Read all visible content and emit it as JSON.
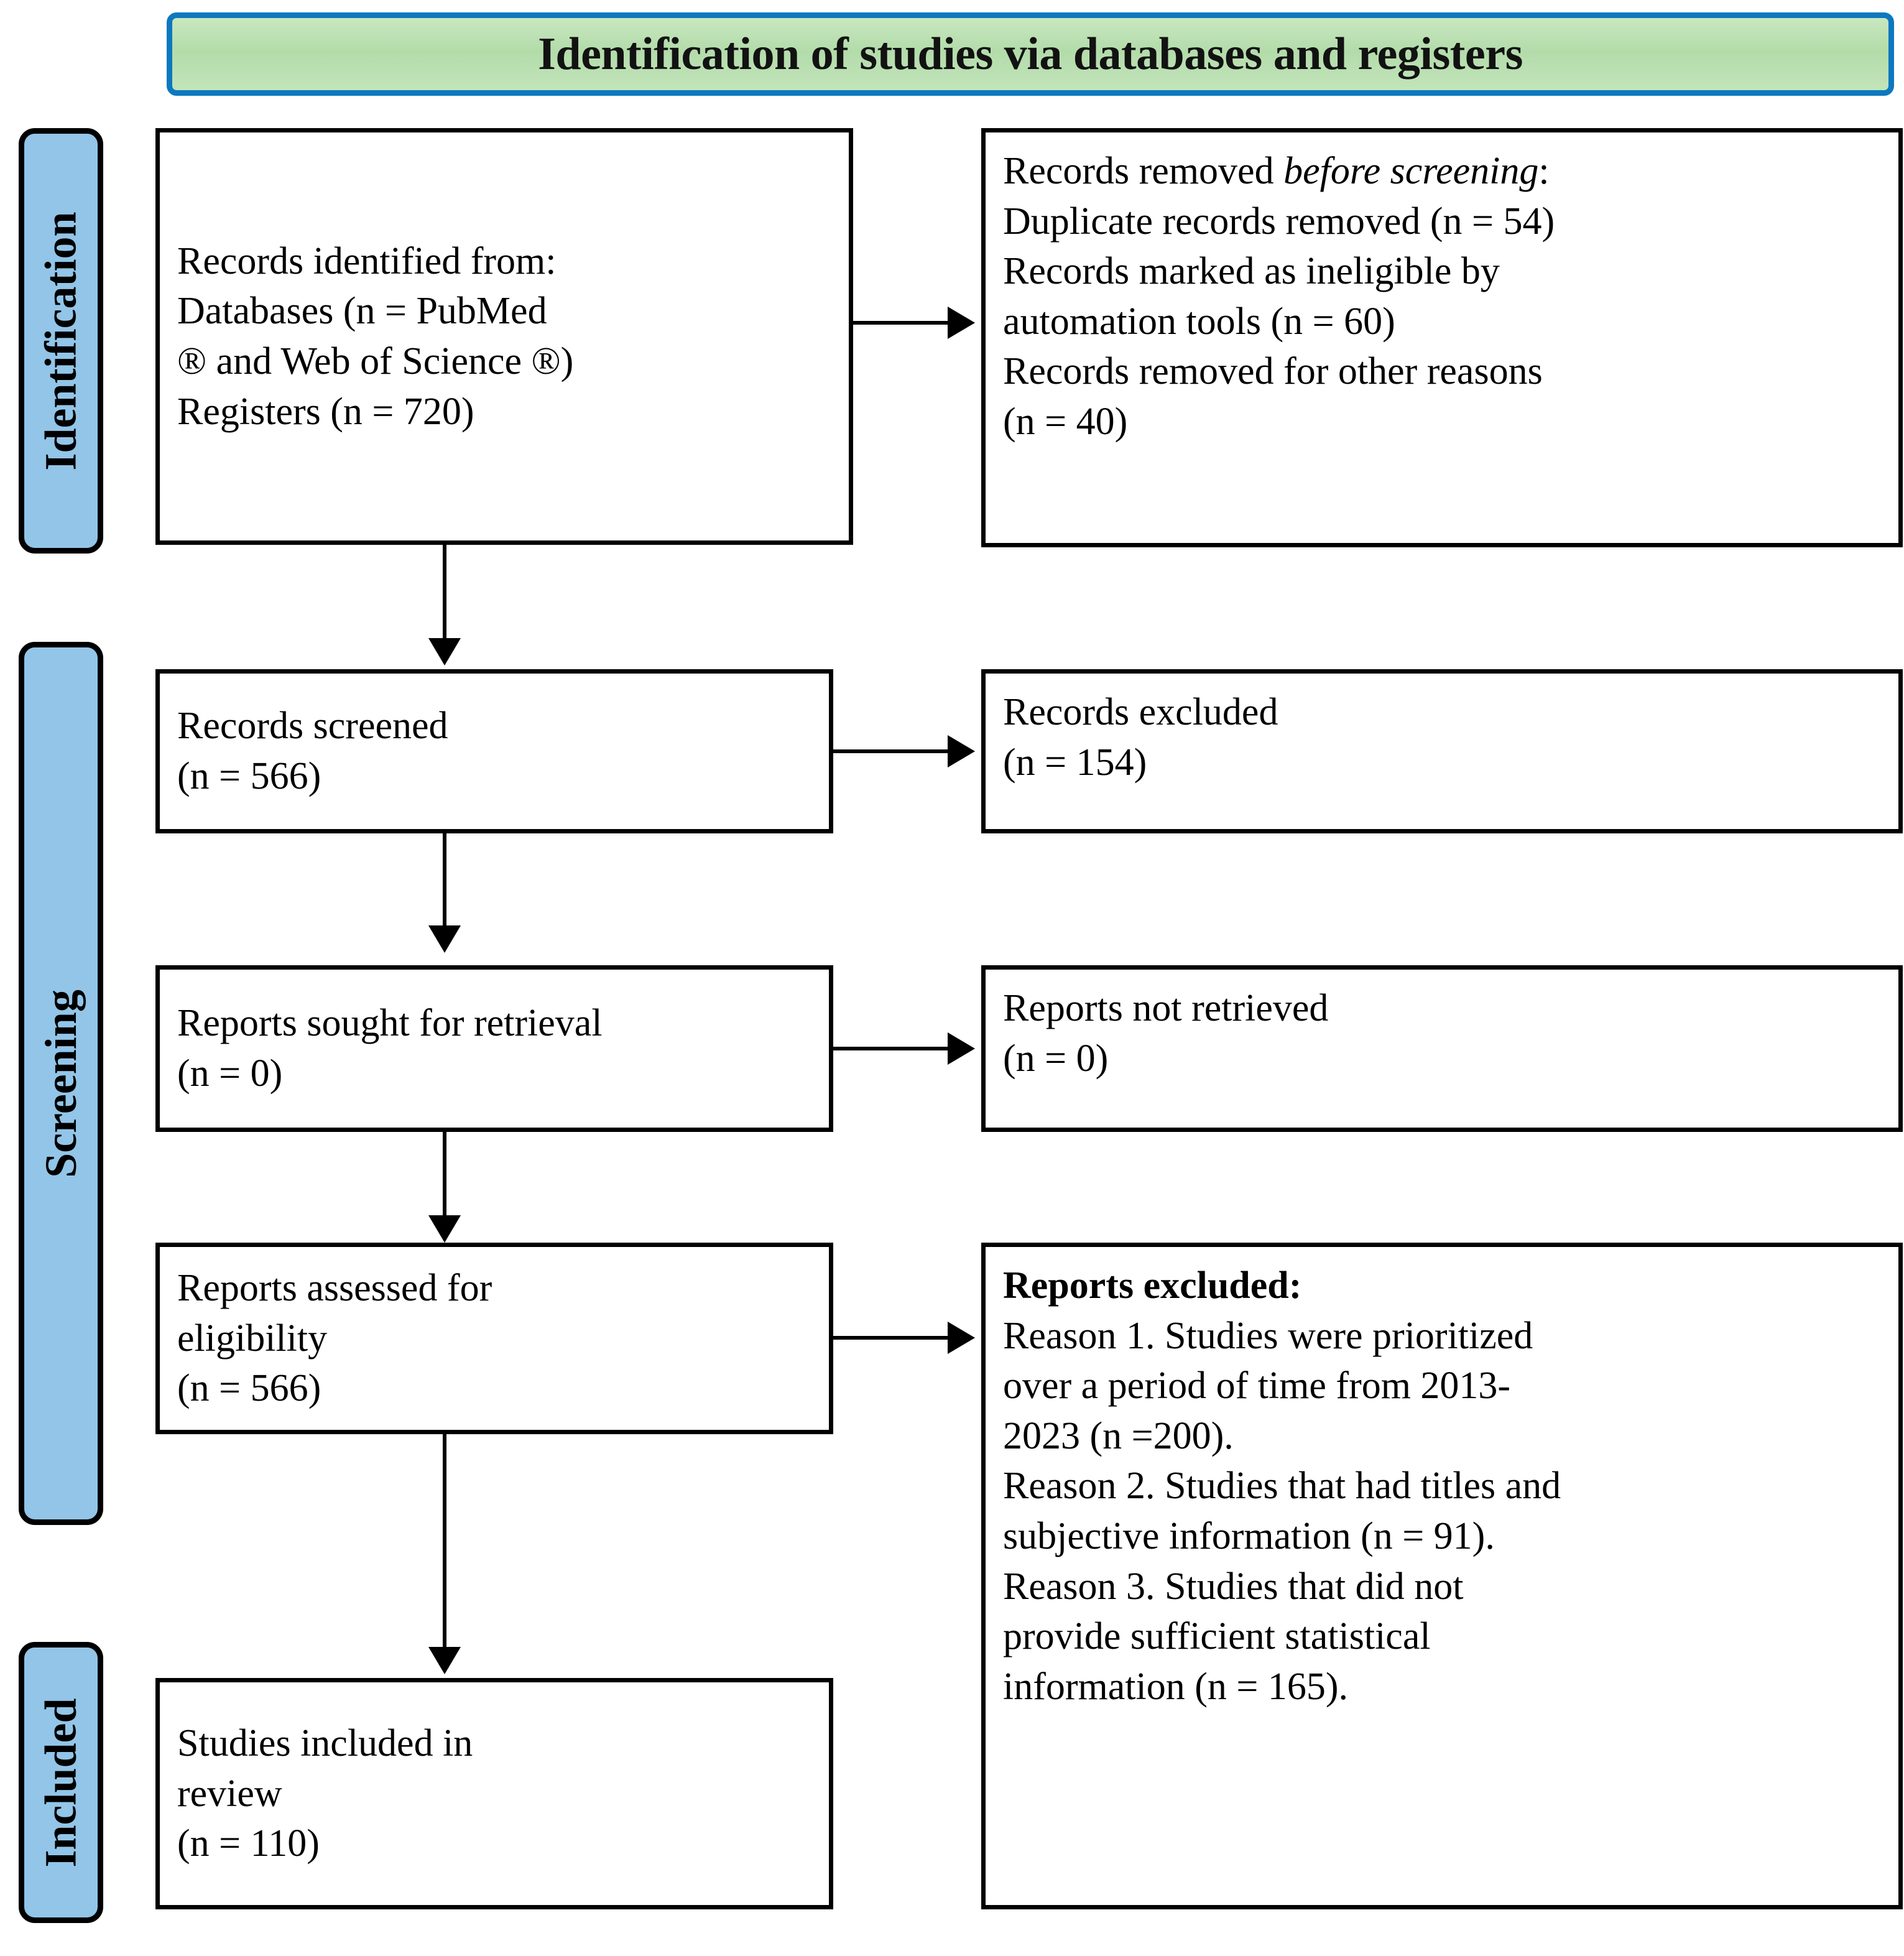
{
  "banner": {
    "title": "Identification of studies via databases and registers",
    "fill_color": "#b3dcaa",
    "border_color": "#0d78be"
  },
  "stage_pills": [
    {
      "name": "identification",
      "label": "Identification",
      "fill_color": "#92c5e8"
    },
    {
      "name": "screening",
      "label": "Screening",
      "fill_color": "#92c5e8"
    },
    {
      "name": "included",
      "label": "Included",
      "fill_color": "#92c5e8"
    }
  ],
  "boxes": {
    "identified": {
      "line1": "Records identified from:",
      "line2": "Databases (n = PubMed",
      "line3": "® and Web of Science ®)",
      "line4": "Registers (n = 720)"
    },
    "removed": {
      "heading_prefix": "Records removed ",
      "heading_italic": "before screening",
      "heading_suffix": ":",
      "line1": "Duplicate records removed (n = 54)",
      "line2": "Records marked as ineligible by",
      "line3": "automation tools (n = 60)",
      "line4": "Records removed for other reasons",
      "line5": "(n = 40)"
    },
    "screened": {
      "line1": "Records screened",
      "line2": "(n = 566)"
    },
    "excluded": {
      "line1": "Records excluded",
      "line2": "(n = 154)"
    },
    "sought": {
      "line1": "Reports sought for retrieval",
      "line2": "(n = 0)"
    },
    "not_retrieved": {
      "line1": "Reports not retrieved",
      "line2": "(n = 0)"
    },
    "assessed": {
      "line1": "Reports assessed for",
      "line2": "eligibility",
      "line3": "(n = 566)"
    },
    "reports_excluded": {
      "heading": "Reports excluded:",
      "line1": "Reason 1. Studies were prioritized",
      "line2": "over a period of time from 2013-",
      "line3": "2023 (n =200).",
      "line4": "Reason 2. Studies that had titles and",
      "line5": "subjective information (n = 91).",
      "line6": "Reason 3. Studies that did not",
      "line7": "provide sufficient statistical",
      "line8": "information (n = 165)."
    },
    "included": {
      "line1": "Studies included in",
      "line2": "review",
      "line3": "(n = 110)"
    }
  },
  "chart_data": {
    "type": "table",
    "title": "Identification of studies via databases and registers",
    "flow": [
      {
        "stage": "Identification",
        "node": "Records identified from databases (PubMed and Web of Science) and registers",
        "n": 720
      },
      {
        "stage": "Identification",
        "node": "Duplicate records removed",
        "n": 54
      },
      {
        "stage": "Identification",
        "node": "Records marked as ineligible by automation tools",
        "n": 60
      },
      {
        "stage": "Identification",
        "node": "Records removed for other reasons",
        "n": 40
      },
      {
        "stage": "Screening",
        "node": "Records screened",
        "n": 566
      },
      {
        "stage": "Screening",
        "node": "Records excluded",
        "n": 154
      },
      {
        "stage": "Screening",
        "node": "Reports sought for retrieval",
        "n": 0
      },
      {
        "stage": "Screening",
        "node": "Reports not retrieved",
        "n": 0
      },
      {
        "stage": "Screening",
        "node": "Reports assessed for eligibility",
        "n": 566
      },
      {
        "stage": "Screening",
        "node": "Reports excluded - Reason 1: Studies were prioritized over a period of time from 2013-2023",
        "n": 200
      },
      {
        "stage": "Screening",
        "node": "Reports excluded - Reason 2: Studies that had titles and subjective information",
        "n": 91
      },
      {
        "stage": "Screening",
        "node": "Reports excluded - Reason 3: Studies that did not provide sufficient statistical information",
        "n": 165
      },
      {
        "stage": "Included",
        "node": "Studies included in review",
        "n": 110
      }
    ]
  }
}
